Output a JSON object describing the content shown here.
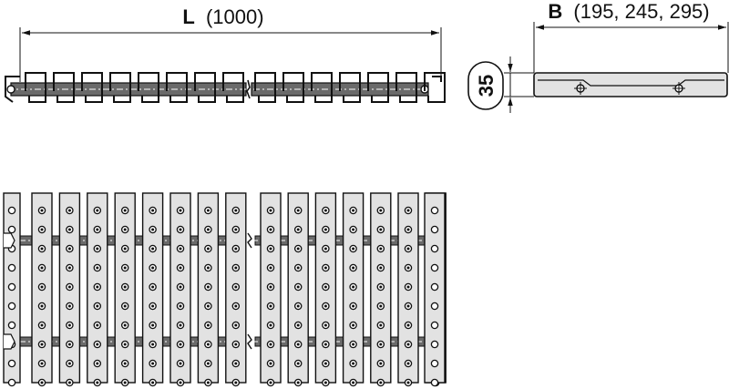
{
  "dimensions": {
    "length": {
      "symbol": "L",
      "values": "(1000)"
    },
    "width": {
      "symbol": "B",
      "values": "(195, 245, 295)"
    },
    "height": {
      "value": "35"
    }
  },
  "colors": {
    "line": "#111111",
    "plate_fill": "#e2e2e2",
    "rod_fill": "#6a6a6a",
    "background": "#ffffff"
  },
  "views": [
    "side-view",
    "end-view",
    "top-view"
  ],
  "counts": {
    "segments_per_module": 8,
    "holes_per_plate": 10
  }
}
